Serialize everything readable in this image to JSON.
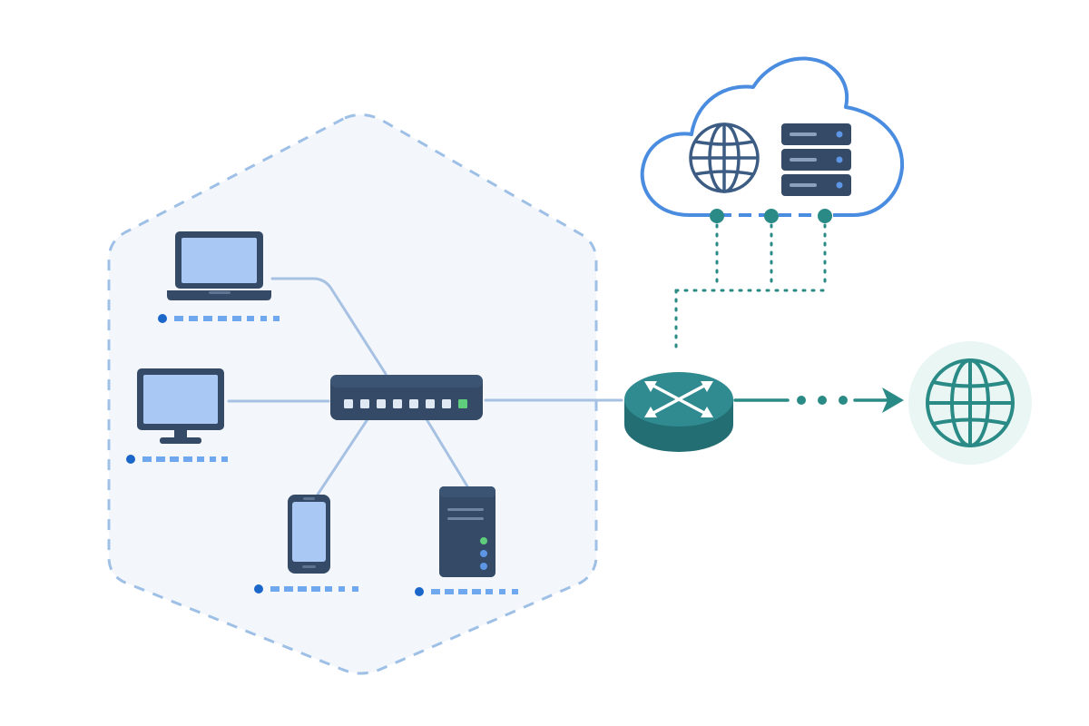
{
  "diagram": {
    "type": "network-topology",
    "colors": {
      "background": "#ffffff",
      "lan_fill": "#f3f7fc",
      "lan_border": "#9fc0e6",
      "device_dark": "#344a66",
      "screen_blue": "#a9c9f4",
      "link_blue": "#a7c1e2",
      "label_dot": "#1b66c9",
      "label_dash": "#6fa8ee",
      "router_top": "#2f8b8f",
      "router_side": "#226e72",
      "teal": "#2a8a86",
      "cloud_stroke": "#4a8de0",
      "cloud_fill": "#ffffff",
      "globe_bg": "#e9f6f4",
      "port_light": "#dfe8f3",
      "port_active": "#5fce7c",
      "led_green": "#5fce7c",
      "led_blue": "#5e96e6"
    },
    "nodes": [
      {
        "id": "laptop",
        "icon": "laptop-icon",
        "group": "lan"
      },
      {
        "id": "desktop",
        "icon": "monitor-icon",
        "group": "lan"
      },
      {
        "id": "phone",
        "icon": "smartphone-icon",
        "group": "lan"
      },
      {
        "id": "server",
        "icon": "server-tower-icon",
        "group": "lan"
      },
      {
        "id": "switch",
        "icon": "network-switch-icon",
        "group": "lan",
        "ports": 8,
        "active_ports": 1
      },
      {
        "id": "router",
        "icon": "router-icon",
        "group": "edge"
      },
      {
        "id": "cloud",
        "icon": "cloud-icon",
        "group": "cloud",
        "contains": [
          "globe-icon",
          "server-rack-icon"
        ]
      },
      {
        "id": "internet",
        "icon": "globe-icon",
        "group": "internet"
      }
    ],
    "links": [
      {
        "from": "laptop",
        "to": "switch",
        "style": "solid"
      },
      {
        "from": "desktop",
        "to": "switch",
        "style": "solid"
      },
      {
        "from": "phone",
        "to": "switch",
        "style": "solid"
      },
      {
        "from": "server",
        "to": "switch",
        "style": "solid"
      },
      {
        "from": "switch",
        "to": "router",
        "style": "solid"
      },
      {
        "from": "router",
        "to": "cloud",
        "style": "dotted"
      },
      {
        "from": "router",
        "to": "internet",
        "style": "dotted-arrow"
      }
    ]
  }
}
